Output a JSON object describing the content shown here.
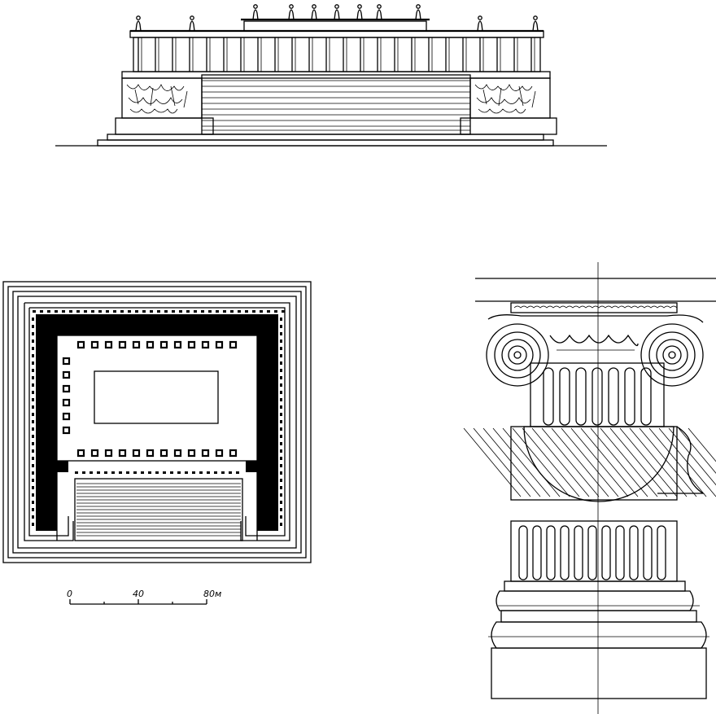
{
  "figure": {
    "scale_bar": {
      "ticks": [
        "0",
        "40",
        "80м"
      ]
    }
  }
}
